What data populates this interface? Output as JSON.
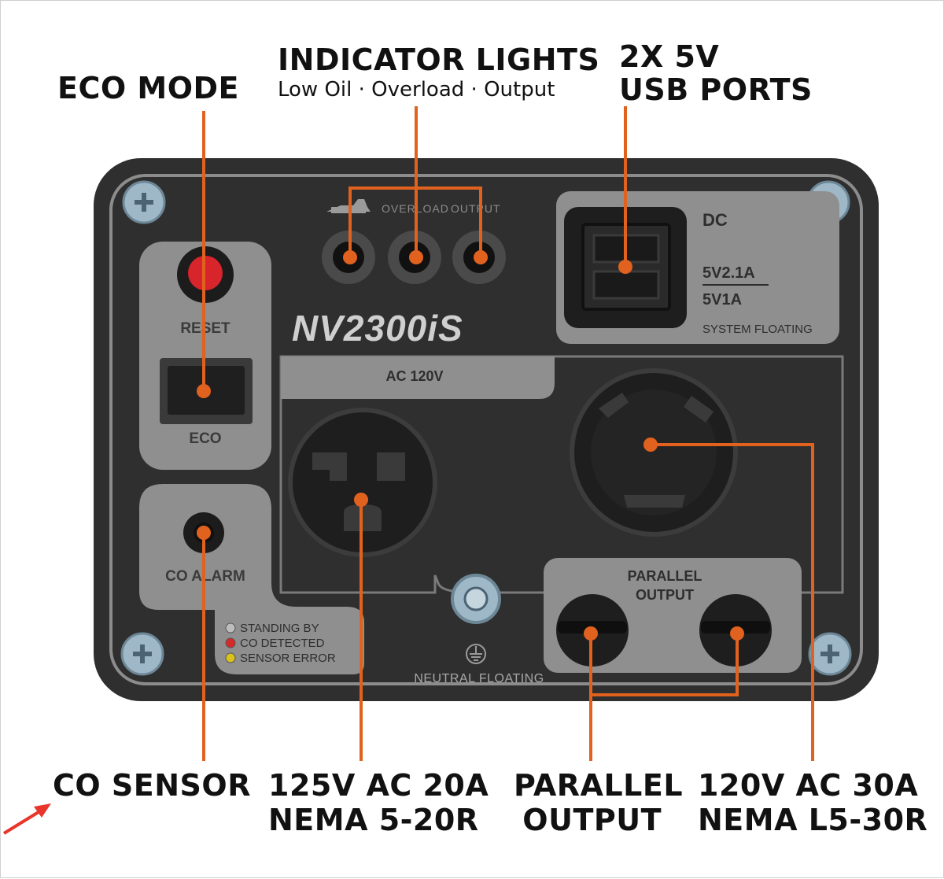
{
  "callouts": {
    "eco_mode": "ECO MODE",
    "indicator_title": "INDICATOR LIGHTS",
    "indicator_sub": "Low Oil · Overload · Output",
    "usb_line1": "2X 5V",
    "usb_line2": "USB PORTS",
    "co_sensor": "CO SENSOR",
    "outlet20_line1": "125V AC 20A",
    "outlet20_line2": "NEMA 5-20R",
    "parallel_line1": "PARALLEL",
    "parallel_line2": "OUTPUT",
    "outlet30_line1": "120V AC 30A",
    "outlet30_line2": "NEMA L5-30R"
  },
  "panel": {
    "model": "NV2300iS",
    "reset_label": "RESET",
    "eco_label": "ECO",
    "co_alarm_label": "CO ALARM",
    "overload_label": "OVERLOAD",
    "output_label": "OUTPUT",
    "dc_label": "DC",
    "usb_rating_1": "5V2.1A",
    "usb_rating_2": "5V1A",
    "system_floating": "SYSTEM FLOATING",
    "ac_label": "AC 120V",
    "parallel_line1": "PARALLEL",
    "parallel_line2": "OUTPUT",
    "neutral_floating": "NEUTRAL FLOATING",
    "legend": [
      {
        "text": "STANDING BY",
        "color": "#bdbdbd"
      },
      {
        "text": "CO DETECTED",
        "color": "#d42a2a"
      },
      {
        "text": "SENSOR ERROR",
        "color": "#d9c21c"
      }
    ]
  },
  "colors": {
    "accent": "#e0621e",
    "panel_dark": "#2e2e2e",
    "panel_mid": "#4a4a4a",
    "panel_light": "#9a9a9a",
    "reset_button": "#d8242b"
  }
}
